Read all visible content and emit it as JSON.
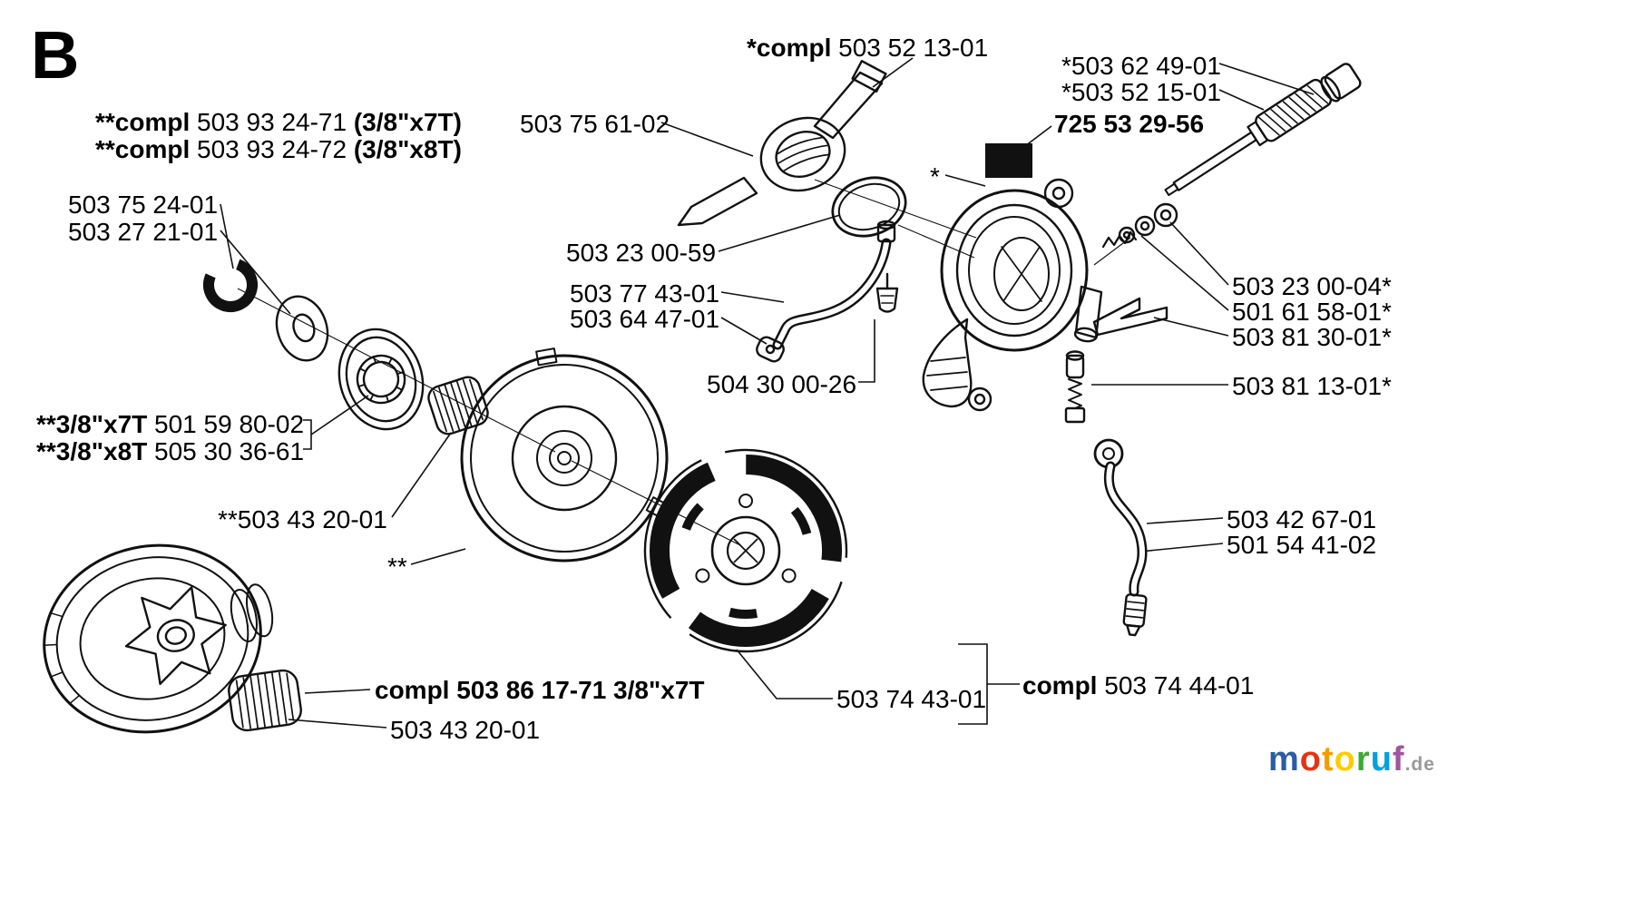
{
  "page": {
    "section_letter": "B"
  },
  "logo": {
    "text": "motoruf",
    "tld": ".de",
    "letter_colors": [
      "#2b5ca8",
      "#e63312",
      "#f59c00",
      "#ffcc00",
      "#3aaa35",
      "#00a0e3",
      "#a0559f"
    ],
    "tld_color": "#999999"
  },
  "labels": {
    "compl_top": {
      "bold": "*compl",
      "num": "503 52 13-01"
    },
    "compl_7t": {
      "bold": "**compl",
      "num": "503 93 24-71",
      "bold2": "(3/8\"x7T)"
    },
    "compl_8t": {
      "bold": "**compl",
      "num": "503 93 24-72",
      "bold2": "(3/8\"x8T)"
    },
    "bracket": {
      "num": "503 75 61-02"
    },
    "cap": {
      "num": "*503 62 49-01"
    },
    "worm": {
      "num": "*503 52 15-01"
    },
    "pump_assy": {
      "bold": "725 53 29-56"
    },
    "clip": {
      "num": "503 75 24-01"
    },
    "washer": {
      "num": "503 27 21-01"
    },
    "seal": {
      "num": "503 23 00-59"
    },
    "tube": {
      "num": "503 77 43-01"
    },
    "grommet": {
      "num": "503 64 47-01"
    },
    "small_washer": {
      "num": "503 23 00-04*"
    },
    "small_spring": {
      "num": "501 61 58-01*"
    },
    "tool": {
      "num": "503 81 30-01*"
    },
    "clamp": {
      "num": "504 30 00-26"
    },
    "oiler": {
      "num": "503 81 13-01*"
    },
    "rim7t": {
      "bold": "**3/8\"x7T",
      "num": "501 59 80-02"
    },
    "rim8t": {
      "bold": "**3/8\"x8T",
      "num": "505 30 36-61"
    },
    "nb_upper": {
      "num": "**503 43 20-01"
    },
    "drum_marker": {
      "num": "**"
    },
    "hose": {
      "num": "503 42 67-01"
    },
    "oil_line": {
      "num": "501 54 41-02"
    },
    "compl_clutch": {
      "bold": "compl 503 86 17-71 3/8\"x7T"
    },
    "nb_lower": {
      "num": "503 43 20-01"
    },
    "clutch_spring": {
      "num": "503 74 43-01"
    },
    "compl_assy": {
      "bold": "compl",
      "num": "503 74 44-01"
    },
    "pump_marker": {
      "num": "*"
    }
  }
}
